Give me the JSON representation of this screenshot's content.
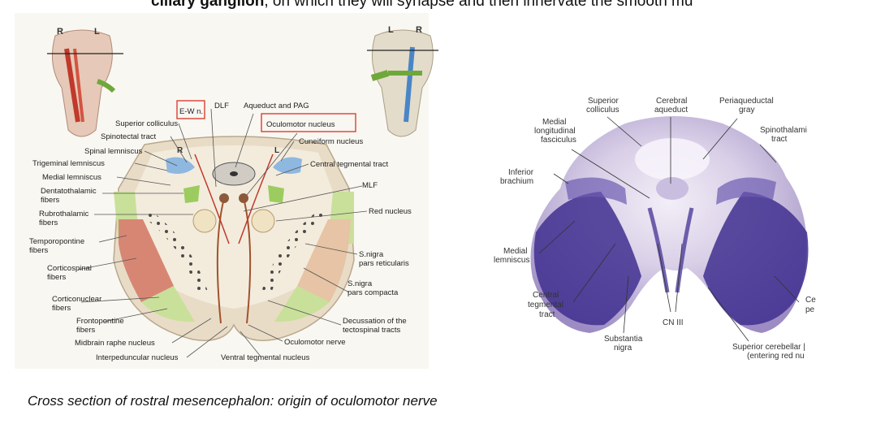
{
  "top_text": {
    "bold": "ciliary ganglion",
    "rest": ", on which they will synapse and then innervate the smooth mu"
  },
  "caption": "Cross section of rostral mesencephalon: origin of oculomotor nerve",
  "left_figure": {
    "orientation_left": {
      "r": "R",
      "l": "L"
    },
    "orientation_right": {
      "l": "L",
      "r": "R"
    },
    "section_sides": {
      "r": "R",
      "l": "L"
    },
    "labels": {
      "ew": "E-W n.",
      "dlf": "DLF",
      "aqueduct": "Aqueduct and PAG",
      "superior_colliculus": "Superior colliculus",
      "oculomotor_nucleus": "Oculomotor nucleus",
      "spinotectal": "Spinotectal tract",
      "cuneiform": "Cuneiform nucleus",
      "spinal_lemniscus": "Spinal lemniscus",
      "central_tegmental": "Central tegmental tract",
      "trigeminal_lemniscus": "Trigeminal lemniscus",
      "medial_lemniscus": "Medial lemniscus",
      "mlf": "MLF",
      "dentatothalamic_1": "Dentatothalamic",
      "dentatothalamic_2": "fibers",
      "rubrothalamic_1": "Rubrothalamic",
      "rubrothalamic_2": "fibers",
      "red_nucleus": "Red nucleus",
      "temporopontine_1": "Temporopontine",
      "temporopontine_2": "fibers",
      "snigra_ret_1": "S.nigra",
      "snigra_ret_2": "pars reticularis",
      "corticospinal_1": "Corticospinal",
      "corticospinal_2": "fibers",
      "snigra_comp_1": "S.nigra",
      "snigra_comp_2": "pars compacta",
      "corticonuclear_1": "Corticonuclear",
      "corticonuclear_2": "fibers",
      "frontopontine_1": "Frontopontine",
      "frontopontine_2": "fibers",
      "decussation_1": "Decussation of the",
      "decussation_2": "tectospinal tracts",
      "midbrain_raphe": "Midbrain raphe nucleus",
      "oculomotor_nerve": "Oculomotor nerve",
      "interpeduncular": "Interpeduncular nucleus",
      "ventral_tegmental": "Ventral tegmental nucleus"
    }
  },
  "right_figure": {
    "labels": {
      "superior_colliculus_1": "Superior",
      "superior_colliculus_2": "colliculus",
      "cerebral_aqueduct_1": "Cerebral",
      "cerebral_aqueduct_2": "aqueduct",
      "pag_1": "Periaqueductal",
      "pag_2": "gray",
      "mlf_1": "Medial",
      "mlf_2": "longitudinal",
      "mlf_3": "fasciculus",
      "spinothalamic_1": "Spinothalami",
      "spinothalamic_2": "tract",
      "inferior_brachium_1": "Inferior",
      "inferior_brachium_2": "brachium",
      "medial_lemniscus_1": "Medial",
      "medial_lemniscus_2": "lemniscus",
      "central_tegmental_1": "Central",
      "central_tegmental_2": "tegmental",
      "central_tegmental_3": "tract",
      "cn3": "CN III",
      "substantia_nigra_1": "Substantia",
      "substantia_nigra_2": "nigra",
      "ce_1": "Ce",
      "ce_2": "pe",
      "superior_cerebellar_1": "Superior cerebellar |",
      "superior_cerebellar_2": "(entering red nu"
    }
  }
}
